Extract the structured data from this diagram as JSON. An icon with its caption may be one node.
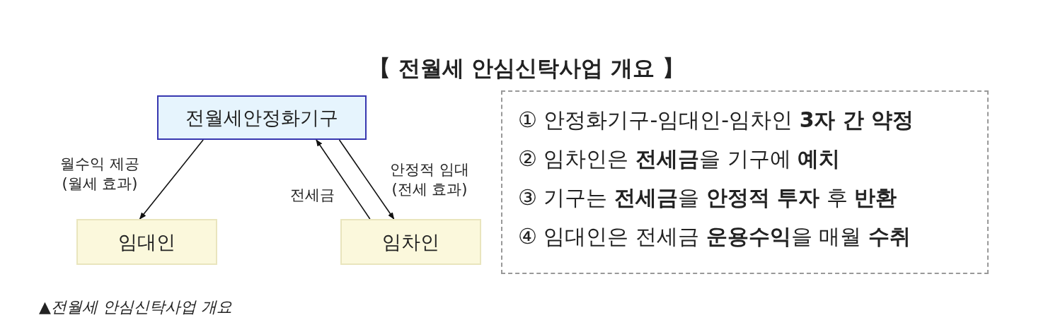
{
  "diagram": {
    "title": "【 전월세 안심신탁사업 개요 】",
    "caption": "▲전월세 안심신탁사업 개요",
    "nodes": [
      {
        "text": [
          "전월세안정화기구"
        ]
      },
      {
        "text": [
          "임대인"
        ]
      },
      {
        "text": [
          "임차인"
        ]
      },
      {
        "text": [
          "① 안정화기구-임대인-임차인 **3자 간 약정**",
          "② 임차인은 **전세금**을 기구에 **예치**",
          "③ 기구는 **전세금**을 **안정적 투자** 후 **반환**",
          "④ 임대인은 전세금 **운용수익**을 매월 **수취**"
        ]
      }
    ],
    "edges": [
      {
        "from": 0,
        "to": 1,
        "arrow": "to",
        "label": "월수익 제공 (월세 효과)"
      },
      {
        "from": 2,
        "to": 0,
        "arrow": "to",
        "label": "전세금"
      },
      {
        "from": 0,
        "to": 2,
        "arrow": "to",
        "label": "안정적 임대 (전세 효과)"
      }
    ]
  }
}
